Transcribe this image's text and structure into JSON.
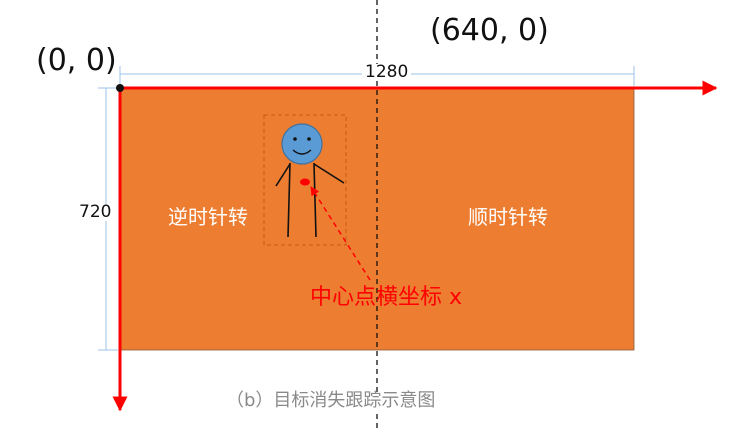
{
  "origin_label": "(0, 0)",
  "mid_label": "(640, 0)",
  "width_label": "1280",
  "height_label": "720",
  "left_region_label": "逆时针转",
  "right_region_label": "顺时针转",
  "center_label": "中心点横坐标 x",
  "caption": "（b）目标消失跟踪示意图",
  "colors": {
    "frame_fill": "#ed7d31",
    "axis": "#ff0000",
    "face": "#5b9bd5",
    "dimension_line": "#9dc3e6",
    "caption_text": "#8a8a8a"
  }
}
